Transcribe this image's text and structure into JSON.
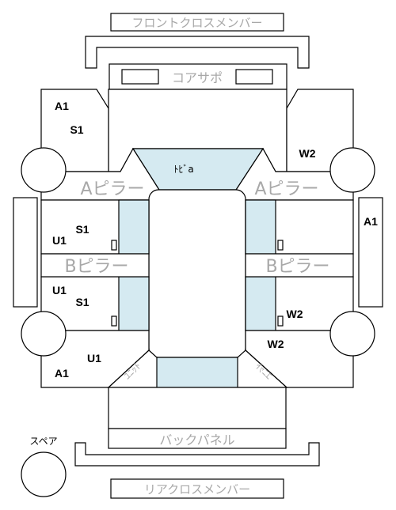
{
  "labels": {
    "front_cross_member": "フロントクロスメンバー",
    "core_support": "コアサポ",
    "a_pillar": "Aピラー",
    "b_pillar": "Bピラー",
    "roof_front": "ﾄﾋﾞa",
    "unit_left": "ﾕﾆｯﾄ",
    "unit_right": "ﾕﾆｯﾄ",
    "back_panel": "バックパネル",
    "spare": "スペア",
    "rear_cross_member": "リアクロスメンバー"
  },
  "markers": {
    "a1_front_left": "A1",
    "s1_front_left": "S1",
    "w2_front_right": "W2",
    "a1_right": "A1",
    "s1_left_upper": "S1",
    "u1_left_upper": "U1",
    "u1_left_lower": "U1",
    "s1_left_lower": "S1",
    "w2_right_lower": "W2",
    "w2_rear_right": "W2",
    "u1_rear_left": "U1",
    "a1_rear_left": "A1"
  }
}
